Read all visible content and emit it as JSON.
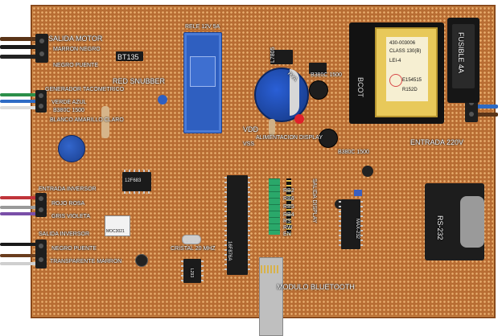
{
  "photo": {
    "subject": "perforated prototype board with motor controller circuit",
    "colors": {
      "board": "#b86d33",
      "pads": "#e9b070",
      "silk_text": "#ffffff",
      "relay": "#2f5fc0",
      "transformer_coil": "#e8c95a"
    }
  },
  "labels": {
    "salida_motor": "SALIDA MOTOR",
    "marron_negro": "MARRON NEGRO",
    "negro_puente": "NEGRO PUENTE",
    "bt135": "BT135",
    "rele": "RELE 12V 5A",
    "red_snubber": "RED SNUBBER",
    "generador_tacometrico": "GENERADOR TACOMETRICO",
    "verde_azul": "VERDE AZUL",
    "b380c_1500_left": "B380C 1500",
    "blanco_amarillo": "BLANCO AMARILLO CLARO",
    "l7805": "L7805",
    "cap_rya": "RYA",
    "b380c_1500_top": "B380C 1500",
    "vdd": "VDD",
    "alimentacion": "ALIMENTACION DISPLAY",
    "vss": "VSS",
    "b380c_1500_right": "B380C 1500",
    "fusible": "FUSIBLE 4A",
    "transformer_block": "BCOT",
    "transformer_model": "430-003006",
    "transformer_class": "CLASS 130(B)",
    "transformer_line": "LEI-4",
    "transformer_file": "E154515",
    "transformer_code": "R152D",
    "entrada_220": "ENTRADA 220V",
    "chip_12f683": "12F683",
    "entrada_inversor": "ENTRADA INVERSOR",
    "rojo_rosa": "ROJO ROSA",
    "gris_violeta": "GRIS VIOLETA",
    "moc": "MOC3021",
    "salida_inversor": "SALIDA INVERSOR",
    "negro_puente_2": "NEGRO PUENTE",
    "transparente_marron": "TRANSPARENTE MARRON",
    "chip_16f876": "16F876A",
    "salida_display": "SALIDA DISPLAY",
    "rb2": "RB2",
    "rb6": "RB6",
    "rb5": "RB5",
    "rb4": "RB4",
    "rs": "RS",
    "rw": "RW",
    "en": "EN",
    "max232": "MAX-232",
    "rs232": "RS-232",
    "cristal": "CRISTAL 20 MHZ",
    "chip_l293": "L293",
    "modulo_bt": "MODULO BLUETOOTH"
  }
}
